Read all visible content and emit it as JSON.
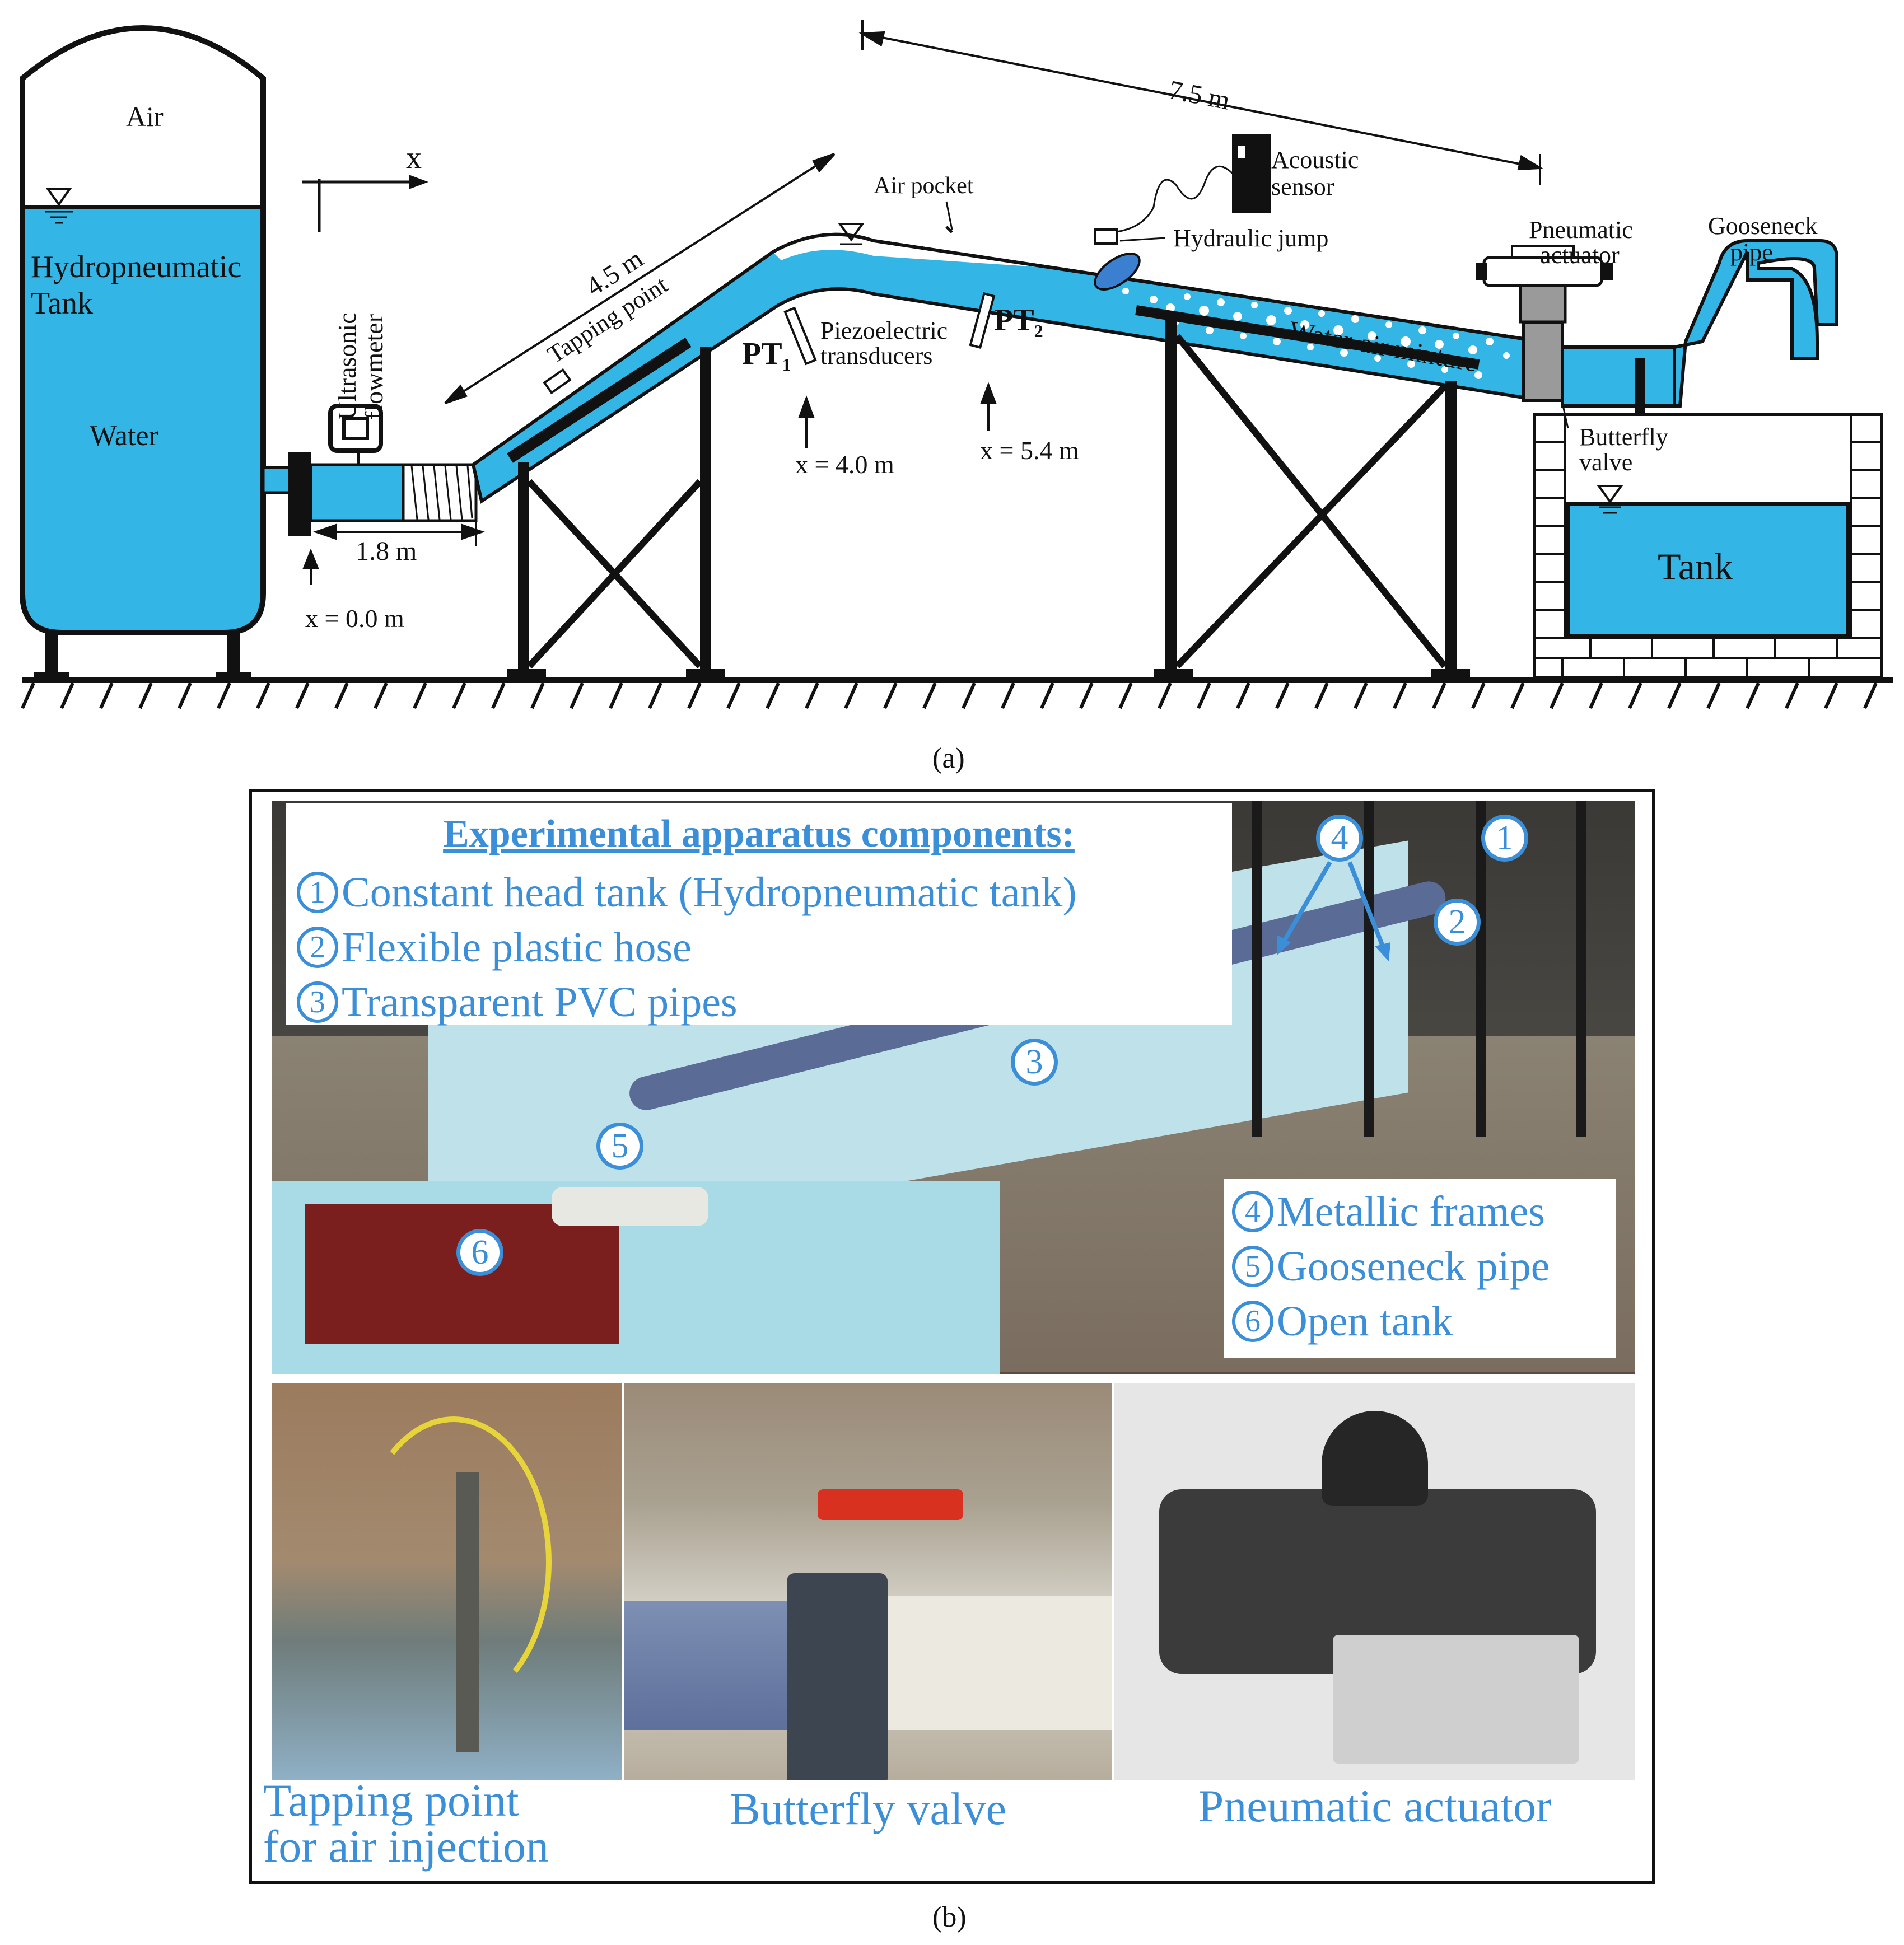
{
  "panel_a": {
    "letter": "(a)",
    "labels": {
      "air": "Air",
      "hydro_tank_1": "Hydropneumatic",
      "hydro_tank_2": "Tank",
      "water": "Water",
      "x_axis": "x",
      "ultrasonic_1": "Ultrasonic",
      "ultrasonic_2": "flowmeter",
      "dist_1_8": "1.8 m",
      "x0": "x = 0.0 m",
      "dist_4_5": "4.5 m",
      "tapping_point": "Tapping point",
      "air_pocket": "Air pocket",
      "pt1": "PT",
      "pt1_sub": "1",
      "pt2": "PT",
      "pt2_sub": "2",
      "piezo_1": "Piezoelectric",
      "piezo_2": "transducers",
      "x4": "x = 4.0 m",
      "x54": "x = 5.4 m",
      "dist_7_5": "7.5 m",
      "acoustic_1": "Acoustic",
      "acoustic_2": "sensor",
      "hydraulic_jump": "Hydraulic jump",
      "water_air": "Water-air mixture",
      "pneumatic_1": "Pneumatic",
      "pneumatic_2": "actuator",
      "gooseneck_1": "Gooseneck",
      "gooseneck_2": "pipe",
      "butterfly_1": "Butterfly",
      "butterfly_2": "valve",
      "tank": "Tank"
    }
  },
  "panel_b": {
    "letter": "(b)",
    "legend_title": "Experimental apparatus components:",
    "legend_top": [
      {
        "num": "1",
        "text": "Constant head tank (Hydropneumatic tank)"
      },
      {
        "num": "2",
        "text": "Flexible plastic hose"
      },
      {
        "num": "3",
        "text": "Transparent PVC pipes"
      }
    ],
    "legend_bottom": [
      {
        "num": "4",
        "text": "Metallic frames"
      },
      {
        "num": "5",
        "text": "Gooseneck pipe"
      },
      {
        "num": "6",
        "text": "Open tank"
      }
    ],
    "photo_tags": [
      "1",
      "2",
      "3",
      "4",
      "5",
      "6"
    ],
    "captions": {
      "tapping_1": "Tapping point",
      "tapping_2": "for air injection",
      "butterfly": "Butterfly valve",
      "pneumatic": "Pneumatic actuator"
    }
  },
  "colors": {
    "water": "#33b5e5",
    "accent_blue": "#3b8ed8",
    "frame": "#111111"
  }
}
